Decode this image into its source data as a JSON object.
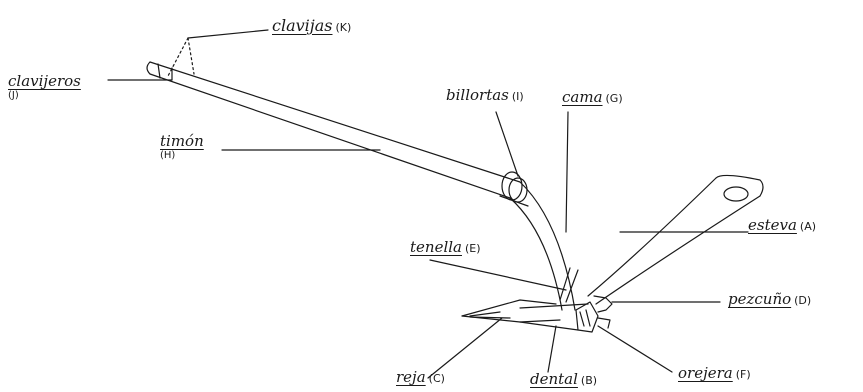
{
  "labels": {
    "clavijas": {
      "word": "clavijas",
      "code": "(K)"
    },
    "clavijeros": {
      "word": "clavijeros",
      "code": "(J)"
    },
    "timon": {
      "word": "timón",
      "code": "(H)"
    },
    "billortas": {
      "word": "billortas",
      "code": "(I)"
    },
    "cama": {
      "word": "cama",
      "code": "(G)"
    },
    "esteva": {
      "word": "esteva",
      "code": "(A)"
    },
    "tenella": {
      "word": "tenella",
      "code": "(E)"
    },
    "pezcuno": {
      "word": "pezcuño",
      "code": "(D)"
    },
    "reja": {
      "word": "reja",
      "code": "(C)"
    },
    "dental": {
      "word": "dental",
      "code": "(B)"
    },
    "orejera": {
      "word": "orejera",
      "code": "(F)"
    }
  },
  "colors": {
    "ink": "#1a1a1a",
    "paper": "#ffffff"
  }
}
